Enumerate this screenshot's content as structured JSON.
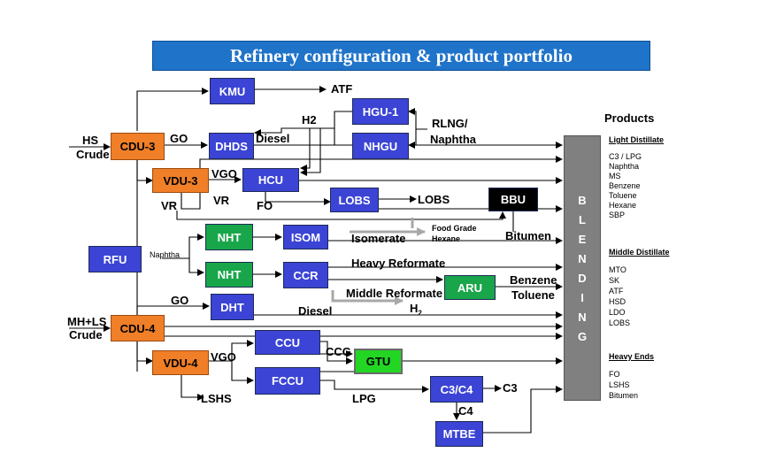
{
  "title": "Refinery configuration & product portfolio",
  "units": {
    "kmu": "KMU",
    "cdu3": "CDU-3",
    "dhds": "DHDS",
    "hgu1": "HGU-1",
    "nhgu": "NHGU",
    "vdu3": "VDU-3",
    "hcu": "HCU",
    "lobs_unit": "LOBS",
    "bbu": "BBU",
    "rfu": "RFU",
    "nht1": "NHT",
    "isom": "ISOM",
    "nht2": "NHT",
    "ccr": "CCR",
    "aru": "ARU",
    "dht": "DHT",
    "cdu4": "CDU-4",
    "vdu4": "VDU-4",
    "ccu": "CCU",
    "fccu": "FCCU",
    "gtu": "GTU",
    "c3c4": "C3/C4",
    "mtbe": "MTBE"
  },
  "blending_letters": [
    "B",
    "L",
    "E",
    "N",
    "D",
    "I",
    "N",
    "G"
  ],
  "labels": {
    "atf": "ATF",
    "h2_top": "H2",
    "rlng": "RLNG/",
    "naphtha_feed": "Naphtha",
    "hs": "HS",
    "crude1": "Crude",
    "go1": "GO",
    "diesel1": "Diesel",
    "vgo1": "VGO",
    "vr_box": "VR",
    "fo_box": "FO",
    "vr_left": "VR",
    "lobs_out": "LOBS",
    "bitumen_out": "Bitumen",
    "naphtha_rfu": "Naphtha",
    "isomerate": "Isomerate",
    "food_grade": "Food Grade",
    "hexane": "Hexane",
    "heavy_reformate": "Heavy Reformate",
    "middle_reformate": "Middle Reformate",
    "benzene": "Benzene",
    "toluene": "Toluene",
    "go2": "GO",
    "diesel2": "Diesel",
    "h2_ccr": "H",
    "h2_ccr_sub": "2",
    "mhls": "MH+LS",
    "crude2": "Crude",
    "vgo2": "VGO",
    "ccg": "CCG",
    "lshs": "LSHS",
    "lpg": "LPG",
    "c3": "C3",
    "c4": "C4"
  },
  "products": {
    "heading": "Products",
    "light": {
      "title": "Light Distillate",
      "items": [
        "C3 / LPG",
        "Naphtha",
        "MS",
        "Benzene",
        "Toluene",
        "Hexane",
        "SBP"
      ]
    },
    "middle": {
      "title": "Middle Distillate",
      "items": [
        "MTO",
        "SK",
        "ATF",
        "HSD",
        "LDO",
        "LOBS"
      ]
    },
    "heavy": {
      "title": "Heavy Ends",
      "items": [
        "FO",
        "LSHS",
        "Bitumen"
      ]
    }
  }
}
